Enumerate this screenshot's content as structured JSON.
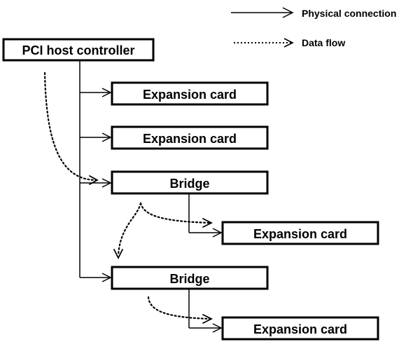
{
  "legend": {
    "physical_label": "Physical connection",
    "dataflow_label": "Data flow"
  },
  "nodes": {
    "host": "PCI host controller",
    "card_1": "Expansion card",
    "card_2": "Expansion card",
    "bridge_1": "Bridge",
    "card_3": "Expansion card",
    "bridge_2": "Bridge",
    "card_4": "Expansion card"
  },
  "colors": {
    "line": "#000000",
    "box_fill": "#ffffff",
    "background": "#ffffff"
  }
}
